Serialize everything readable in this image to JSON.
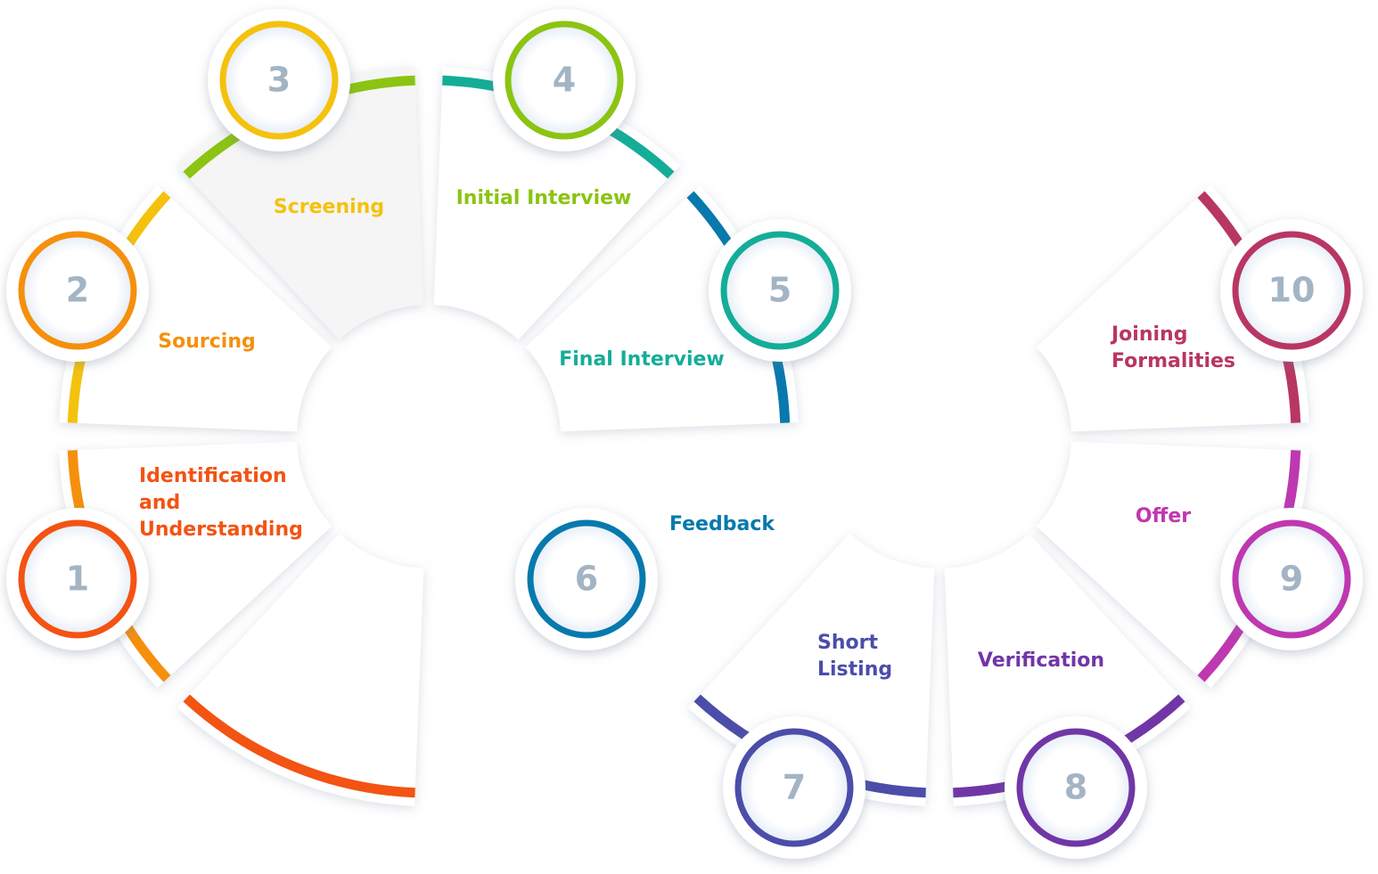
{
  "steps": [
    {
      "number": "1",
      "label_lines": [
        "Identification",
        "and",
        "Understanding"
      ],
      "color": "#f35313"
    },
    {
      "number": "2",
      "label_lines": [
        "Sourcing"
      ],
      "color": "#f5900d"
    },
    {
      "number": "3",
      "label_lines": [
        "Screening"
      ],
      "color": "#f4c20d"
    },
    {
      "number": "4",
      "label_lines": [
        "Initial Interview"
      ],
      "color": "#8bc412"
    },
    {
      "number": "5",
      "label_lines": [
        "Final Interview"
      ],
      "color": "#14ad98"
    },
    {
      "number": "6",
      "label_lines": [
        "Feedback"
      ],
      "color": "#0779ad"
    },
    {
      "number": "7",
      "label_lines": [
        "Short",
        "Listing"
      ],
      "color": "#4b4da9"
    },
    {
      "number": "8",
      "label_lines": [
        "Verification"
      ],
      "color": "#7136a6"
    },
    {
      "number": "9",
      "label_lines": [
        "Offer"
      ],
      "color": "#be38b0"
    },
    {
      "number": "10",
      "label_lines": [
        "Joining",
        "Formalities"
      ],
      "color": "#b83663"
    }
  ]
}
